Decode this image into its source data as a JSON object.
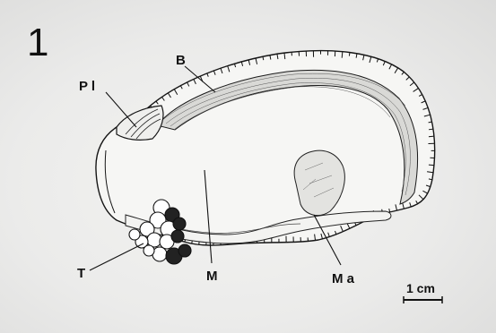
{
  "figure": {
    "number": "1",
    "labels": {
      "B": "B",
      "Pl": "P l",
      "T": "T",
      "M": "M",
      "Ma": "M a"
    },
    "scale_bar": "1 cm"
  }
}
